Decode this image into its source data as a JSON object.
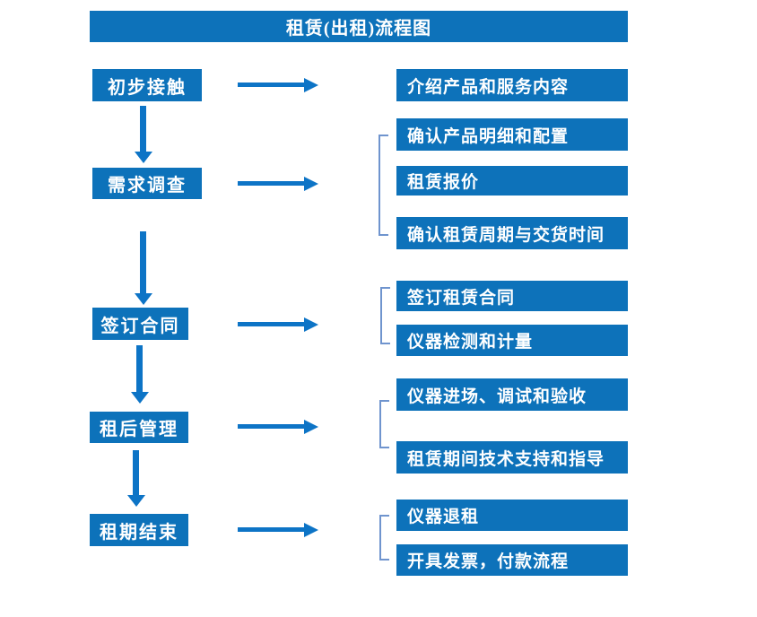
{
  "title": "租赁(出租)流程图",
  "colors": {
    "box_blue": "#0d72ba",
    "arrow_blue": "#0d74c6",
    "bracket_blue": "#6f94ce",
    "text_white": "#ffffff"
  },
  "flow": [
    {
      "step": "初步接触",
      "outputs": [
        "介绍产品和服务内容"
      ]
    },
    {
      "step": "需求调查",
      "outputs": [
        "确认产品明细和配置",
        "租赁报价",
        "确认租赁周期与交货时间"
      ]
    },
    {
      "step": "签订合同",
      "outputs": [
        "签订租赁合同",
        "仪器检测和计量"
      ]
    },
    {
      "step": "租后管理",
      "outputs": [
        "仪器进场、调试和验收",
        "租赁期间技术支持和指导"
      ]
    },
    {
      "step": "租期结束",
      "outputs": [
        "仪器退租",
        "开具发票，付款流程"
      ]
    }
  ]
}
